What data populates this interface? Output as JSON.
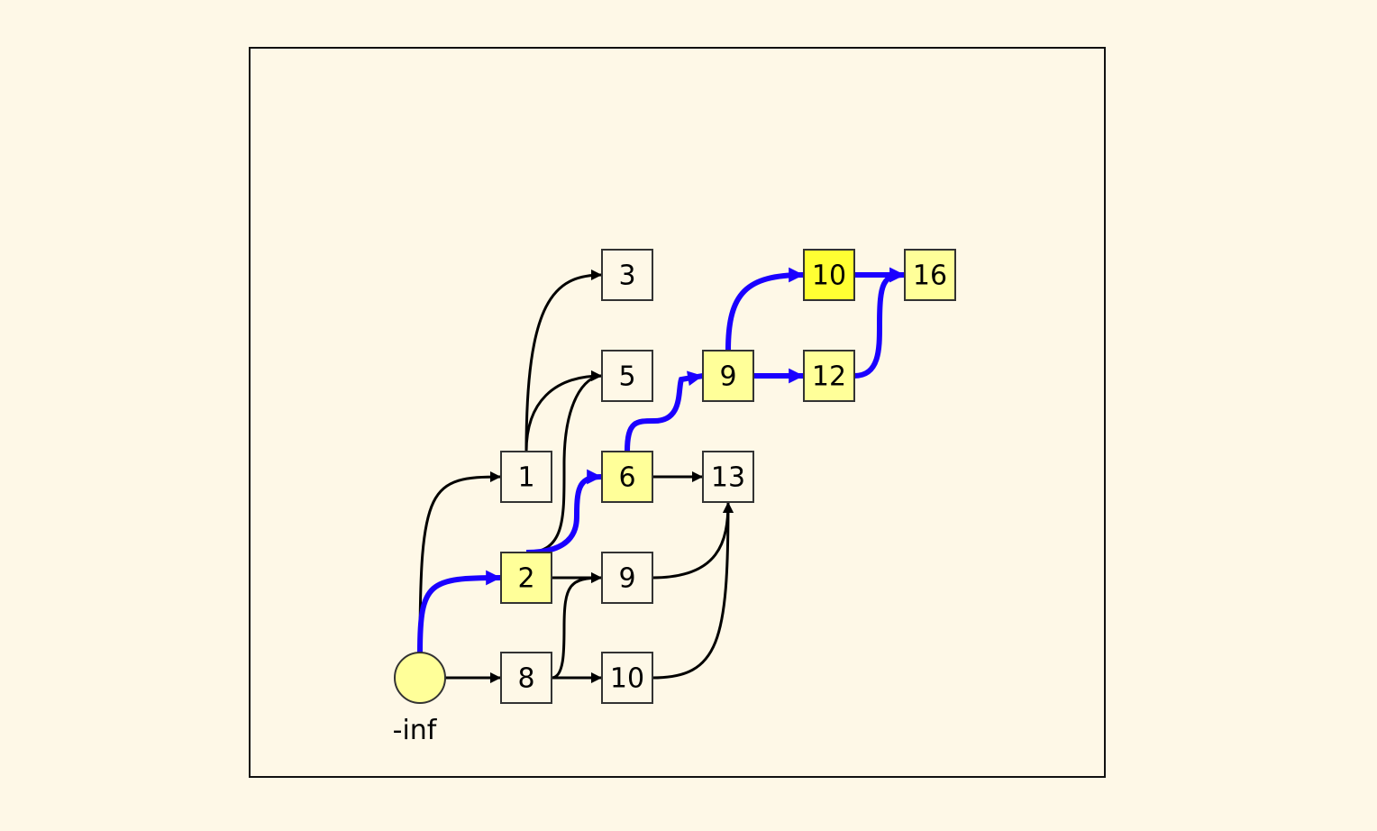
{
  "diagram": {
    "type": "directed-acyclic-graph",
    "description": "Longest increasing subsequence DAG with highlighted path",
    "colors": {
      "background": "#fef8e7",
      "node_default_fill": "#fef8e7",
      "node_on_path_fill": "#ffff99",
      "node_end_fill": "#ffff33",
      "edge_default": "#000000",
      "edge_highlight": "#1a00ff"
    },
    "root": {
      "id": "root",
      "label": "-inf",
      "highlighted": true
    },
    "nodes": [
      {
        "id": "n1",
        "label": "1",
        "col": 1,
        "row": 2,
        "state": "default"
      },
      {
        "id": "n2",
        "label": "2",
        "col": 1,
        "row": 3,
        "state": "path"
      },
      {
        "id": "n8",
        "label": "8",
        "col": 1,
        "row": 4,
        "state": "default"
      },
      {
        "id": "n3",
        "label": "3",
        "col": 2,
        "row": 0,
        "state": "default"
      },
      {
        "id": "n5",
        "label": "5",
        "col": 2,
        "row": 1,
        "state": "default"
      },
      {
        "id": "n6",
        "label": "6",
        "col": 2,
        "row": 2,
        "state": "path"
      },
      {
        "id": "n9b",
        "label": "9",
        "col": 2,
        "row": 3,
        "state": "default"
      },
      {
        "id": "n10b",
        "label": "10",
        "col": 2,
        "row": 4,
        "state": "default"
      },
      {
        "id": "n9a",
        "label": "9",
        "col": 3,
        "row": 1,
        "state": "path"
      },
      {
        "id": "n13",
        "label": "13",
        "col": 3,
        "row": 2,
        "state": "default"
      },
      {
        "id": "n10a",
        "label": "10",
        "col": 4,
        "row": 0,
        "state": "end"
      },
      {
        "id": "n12",
        "label": "12",
        "col": 4,
        "row": 1,
        "state": "path"
      },
      {
        "id": "n16",
        "label": "16",
        "col": 5,
        "row": 0,
        "state": "path"
      }
    ],
    "edges": [
      {
        "from": "root",
        "to": "n1",
        "highlight": false
      },
      {
        "from": "root",
        "to": "n2",
        "highlight": true
      },
      {
        "from": "root",
        "to": "n8",
        "highlight": false
      },
      {
        "from": "n1",
        "to": "n3",
        "highlight": false
      },
      {
        "from": "n1",
        "to": "n5",
        "highlight": false
      },
      {
        "from": "n2",
        "to": "n5",
        "highlight": false
      },
      {
        "from": "n2",
        "to": "n6",
        "highlight": true
      },
      {
        "from": "n2",
        "to": "n9b",
        "highlight": false
      },
      {
        "from": "n8",
        "to": "n9b",
        "highlight": false
      },
      {
        "from": "n8",
        "to": "n10b",
        "highlight": false
      },
      {
        "from": "n6",
        "to": "n9a",
        "highlight": true
      },
      {
        "from": "n6",
        "to": "n13",
        "highlight": false
      },
      {
        "from": "n9b",
        "to": "n13",
        "highlight": false
      },
      {
        "from": "n10b",
        "to": "n13",
        "highlight": false
      },
      {
        "from": "n9a",
        "to": "n10a",
        "highlight": true
      },
      {
        "from": "n9a",
        "to": "n12",
        "highlight": true
      },
      {
        "from": "n10a",
        "to": "n16",
        "highlight": true
      },
      {
        "from": "n12",
        "to": "n16",
        "highlight": true
      }
    ]
  }
}
